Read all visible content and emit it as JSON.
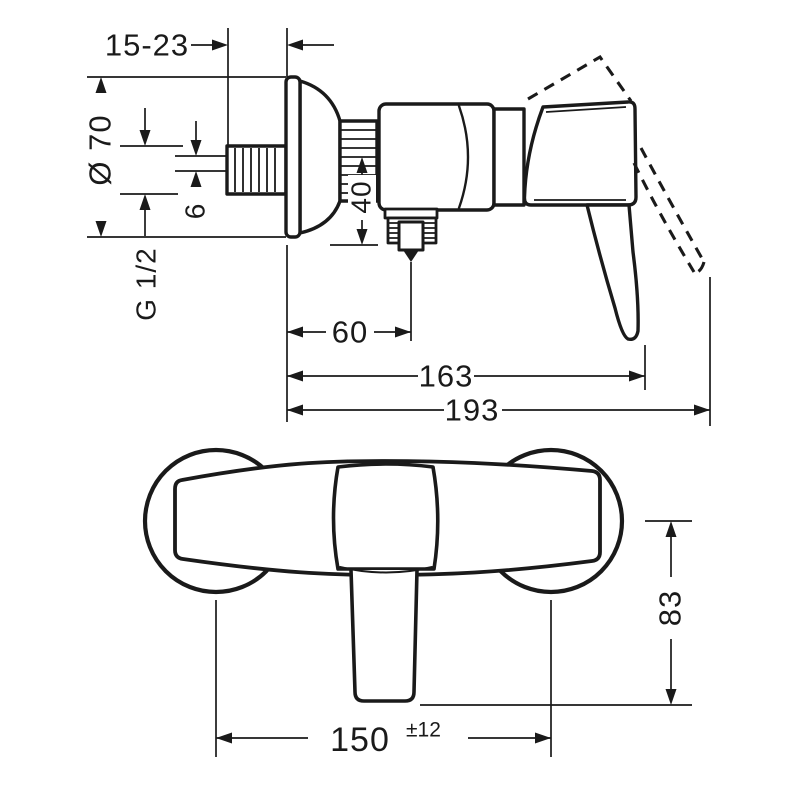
{
  "drawing": {
    "type": "technical-dimension-drawing",
    "subject": "wall-mounted single-lever shower mixer, side and front views",
    "ink_color": "#1a1a1a",
    "paper_color": "#ffffff"
  },
  "side_view": {
    "wall_distance": "15-23",
    "escutcheon_diameter": "Ø 70",
    "pipe_offset": "6",
    "thread_size": "G 1/2",
    "outlet_drop": "40",
    "outlet_distance": "60",
    "handle_reach": "163",
    "max_reach": "193"
  },
  "front_view": {
    "lever_drop": "83",
    "hole_distance": "150",
    "hole_tolerance": "±12"
  }
}
